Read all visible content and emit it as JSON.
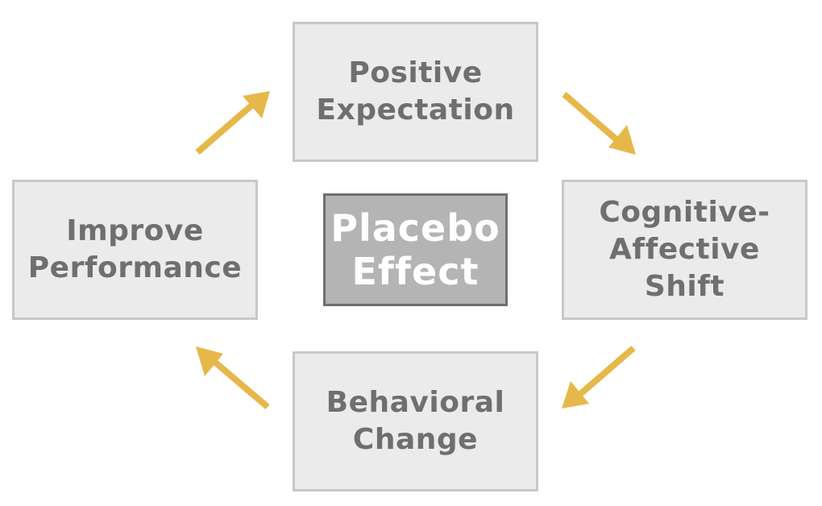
{
  "diagram": {
    "center": {
      "label": "Placebo\nEffect"
    },
    "nodes": {
      "top": {
        "label": "Positive\nExpectation"
      },
      "right": {
        "label": "Cognitive-\nAffective\nShift"
      },
      "bottom": {
        "label": "Behavioral\nChange"
      },
      "left": {
        "label": "Improve\nPerformance"
      }
    },
    "cycle_order": [
      "Positive Expectation",
      "Cognitive-Affective Shift",
      "Behavioral Change",
      "Improve Performance"
    ],
    "colors": {
      "arrow": "#e6b84a",
      "box_fill": "#ebebeb",
      "box_border": "#c8c8c8",
      "box_text": "#6f6f6f",
      "center_fill": "#b4b4b4",
      "center_border": "#6f6f6f",
      "center_text": "#ffffff"
    }
  }
}
